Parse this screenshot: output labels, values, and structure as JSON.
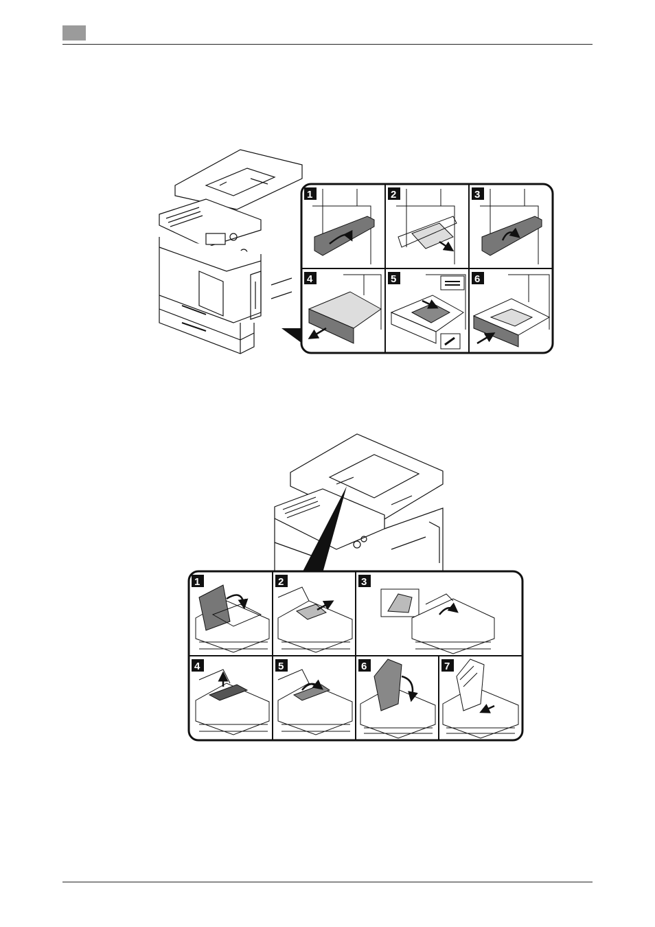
{
  "page": {
    "header_tab_color": "#9b9b9b",
    "rule_color": "#222222",
    "ink_color": "#111111"
  },
  "figure1": {
    "steps": [
      "1",
      "2",
      "3",
      "4",
      "5",
      "6"
    ],
    "icons": [
      "cover-open-arrow",
      "paper-pull-arrow",
      "cover-close-arrow",
      "tray-pull-arrow",
      "paper-load-arrow",
      "tray-push-arrow"
    ]
  },
  "figure2": {
    "steps": [
      "1",
      "2",
      "3",
      "4",
      "5",
      "6",
      "7"
    ],
    "icons": [
      "adf-cover-open",
      "remove-paper",
      "lift-lever",
      "remove-paper-up",
      "close-lever",
      "lift-tray",
      "return-tray"
    ]
  }
}
